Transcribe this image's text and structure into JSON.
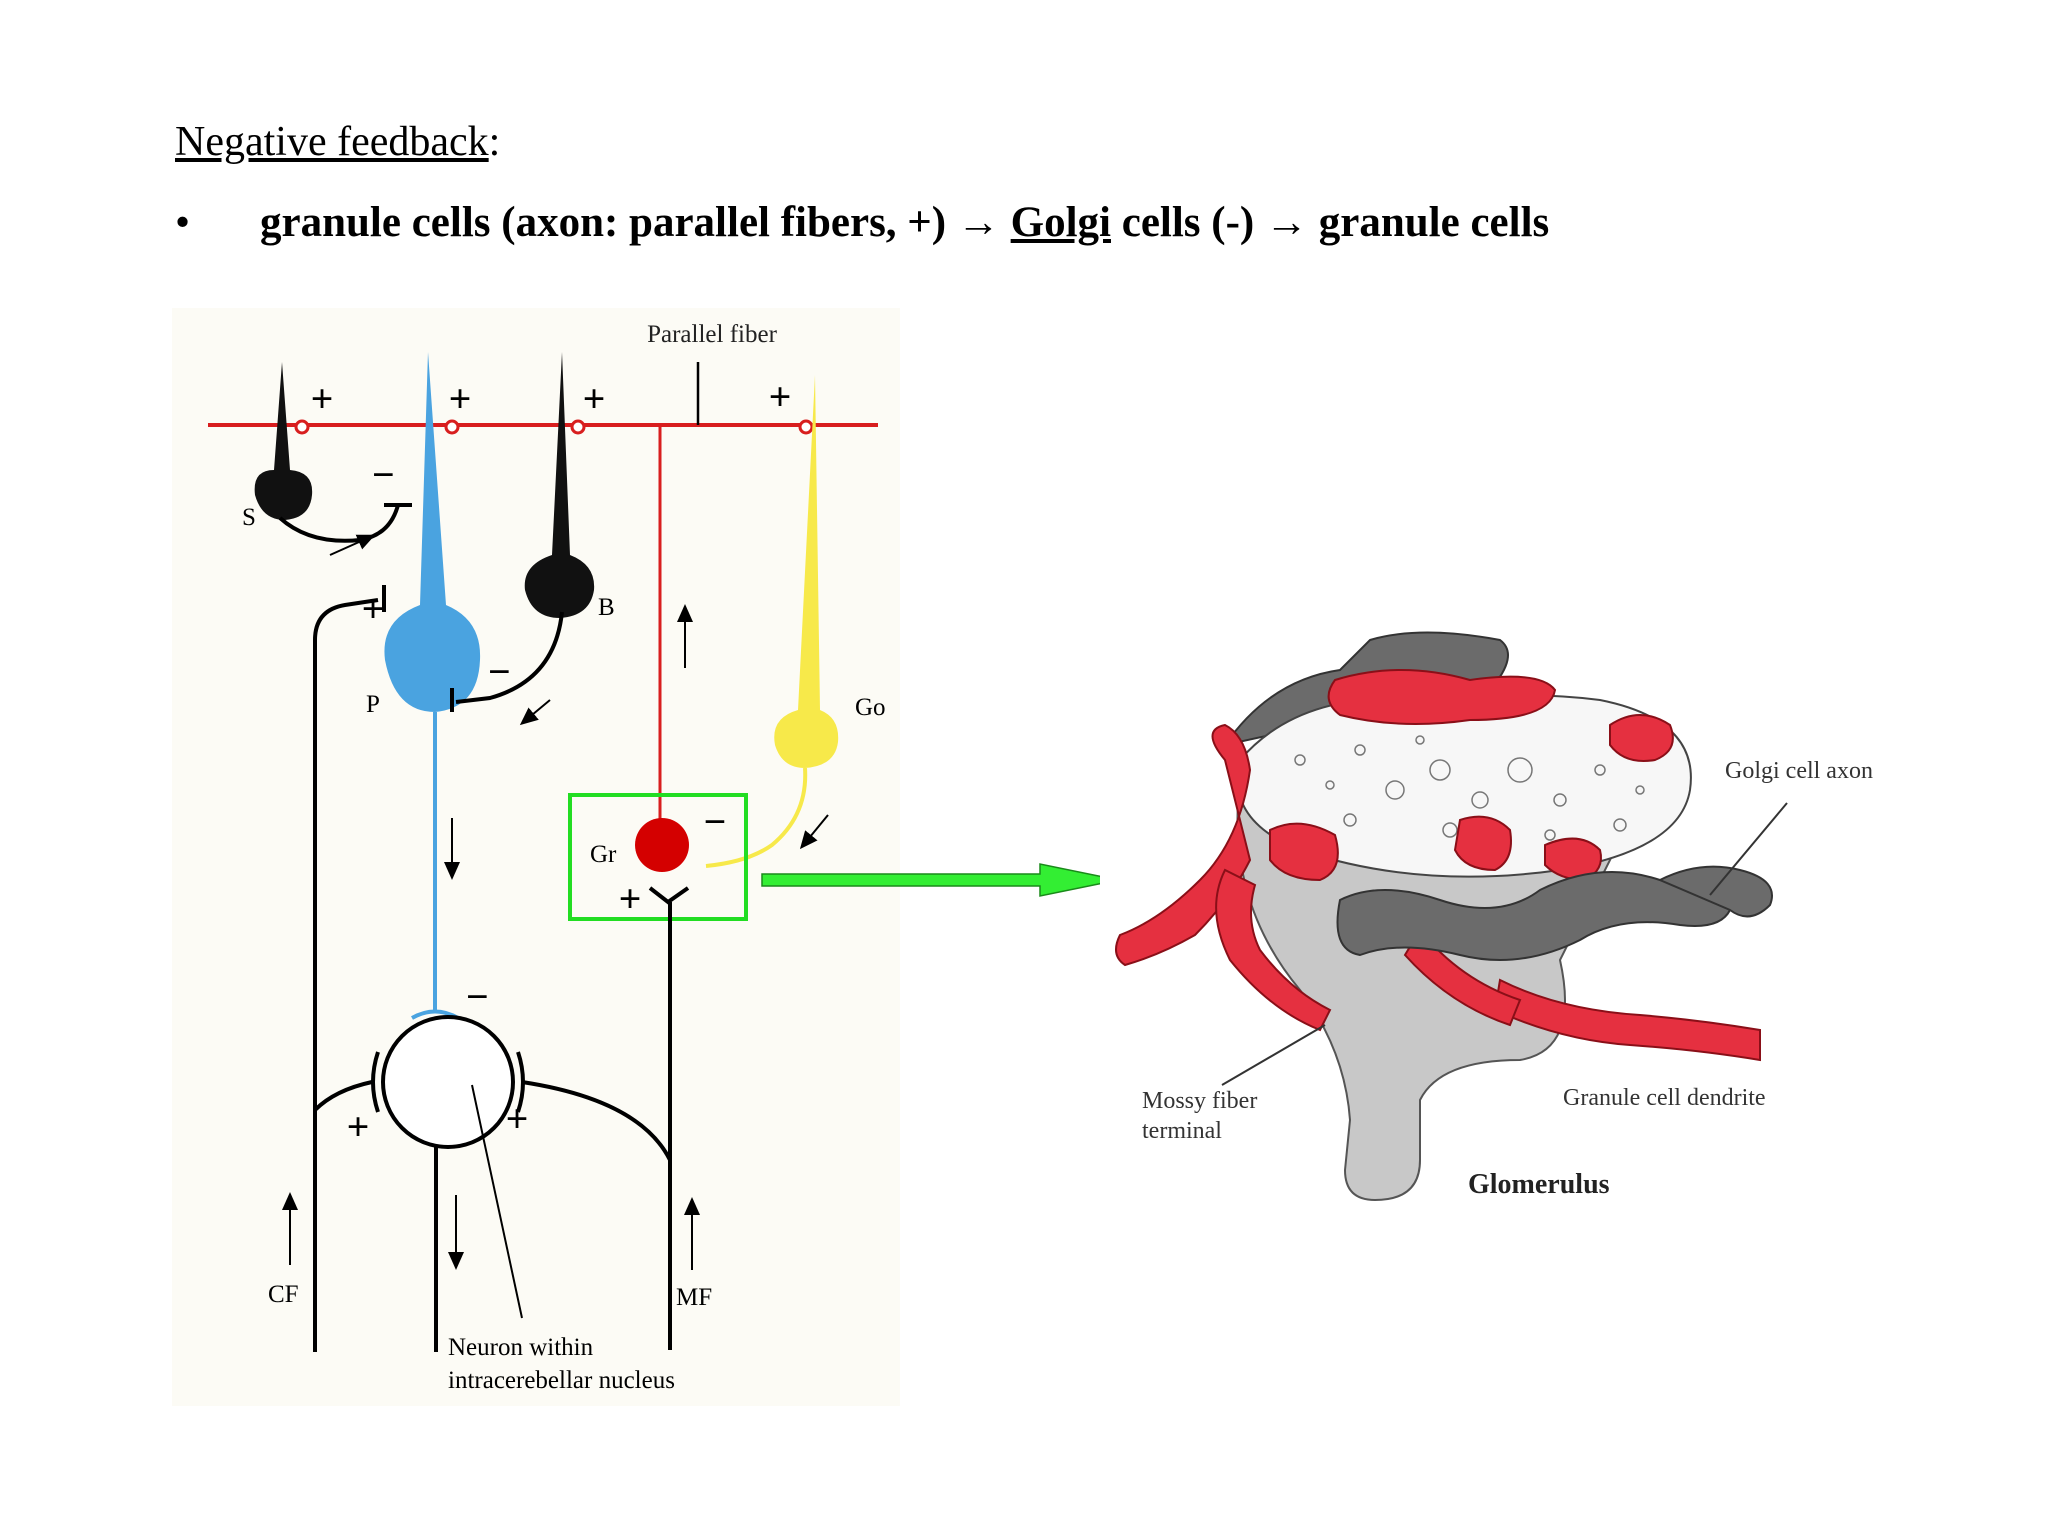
{
  "slide": {
    "heading": "Negative feedback",
    "heading_suffix": ":",
    "bullet_symbol": "•",
    "bullet": {
      "part1": "granule cells (axon: parallel fibers, +) ",
      "arrow1": "→",
      "part2_underlined": "Golgi",
      "part3": " cells (-) ",
      "arrow2": "→",
      "part4": " granule cells"
    }
  },
  "left_diagram": {
    "parallel_fiber_label": "Parallel fiber",
    "cell_labels": {
      "stellate": "S",
      "purkinje": "P",
      "basket": "B",
      "golgi": "Go",
      "granule": "Gr"
    },
    "input_labels": {
      "climbing_fiber": "CF",
      "mossy_fiber": "MF"
    },
    "nucleus_label_line1": "Neuron within",
    "nucleus_label_line2": "intracerebellar nucleus",
    "sign_plus": "+",
    "sign_minus": "−"
  },
  "right_diagram": {
    "golgi_axon_label": "Golgi cell axon",
    "mossy_fiber_label_line1": "Mossy fiber",
    "mossy_fiber_label_line2": "terminal",
    "granule_dendrite_label": "Granule cell dendrite",
    "title": "Glomerulus"
  },
  "colors": {
    "purkinje": "#4aa3e0",
    "golgi": "#f7e94a",
    "granule": "#d40000",
    "parallel_fiber": "#d81e1e",
    "highlight_box": "#22dd22",
    "pointer_arrow": "#33ee33",
    "dendrite": "#e53040",
    "golgi_axon_gray": "#6b6b6b",
    "mossy_terminal_gray": "#c8c8c8"
  }
}
